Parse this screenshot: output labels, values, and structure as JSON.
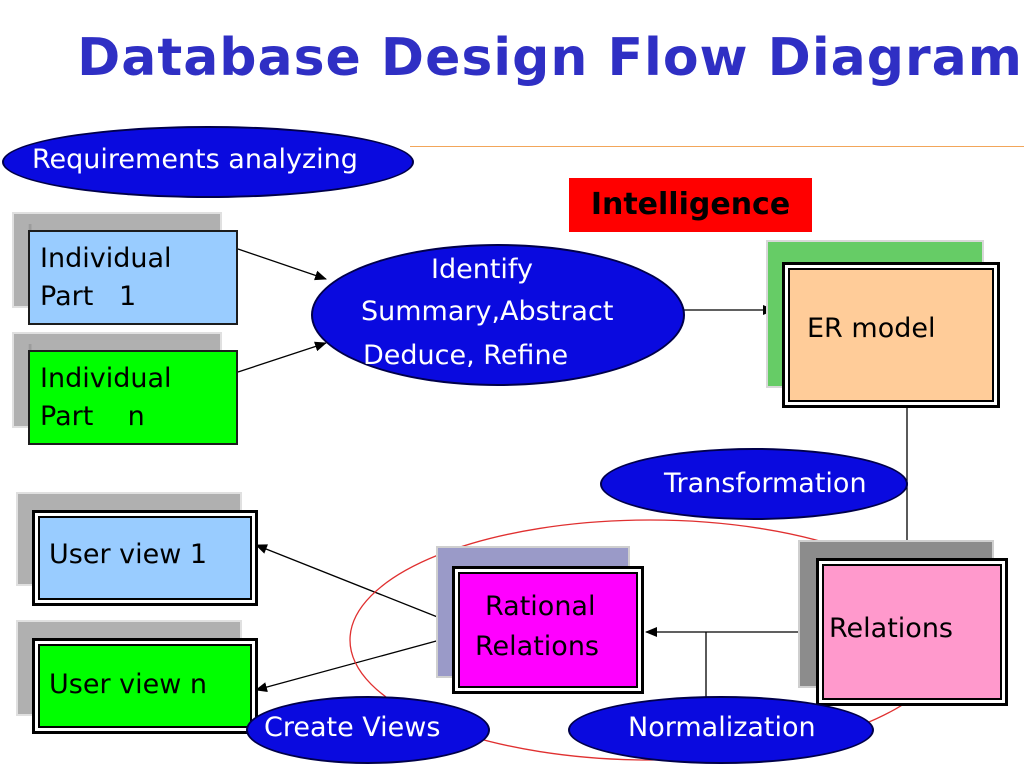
{
  "title": "Database Design Flow Diagram",
  "ellipses": {
    "requirements": "Requirements analyzing",
    "identify": [
      "Identify",
      "Summary,Abstract",
      "Deduce, Refine"
    ],
    "transformation": "Transformation",
    "create_views": "Create Views",
    "normalization": "Normalization"
  },
  "intelligence_label": "Intelligence",
  "boxes": {
    "individual_part_1": [
      "Individual",
      "Part   1"
    ],
    "individual_part_n": [
      "Individual",
      "Part    n"
    ],
    "er_model": "ER model",
    "relations": "Relations",
    "rational_relations": [
      "Rational",
      "Relations"
    ],
    "user_view_1": "User view 1",
    "user_view_n": "User view n"
  },
  "colors": {
    "title": "#2f2fc4",
    "ellipse_fill": "#0a0adf",
    "intelligence_fill": "#ff0000",
    "individual_part_1_fill": "#99ccff",
    "individual_part_n_fill": "#00ff00",
    "er_model_fill": "#ffcc99",
    "relations_fill": "#ff99cc",
    "rational_relations_fill": "#ff00ff",
    "user_view_1_fill": "#99ccff",
    "user_view_n_fill": "#00ff00",
    "er_shadow_fill": "#66cc66"
  }
}
